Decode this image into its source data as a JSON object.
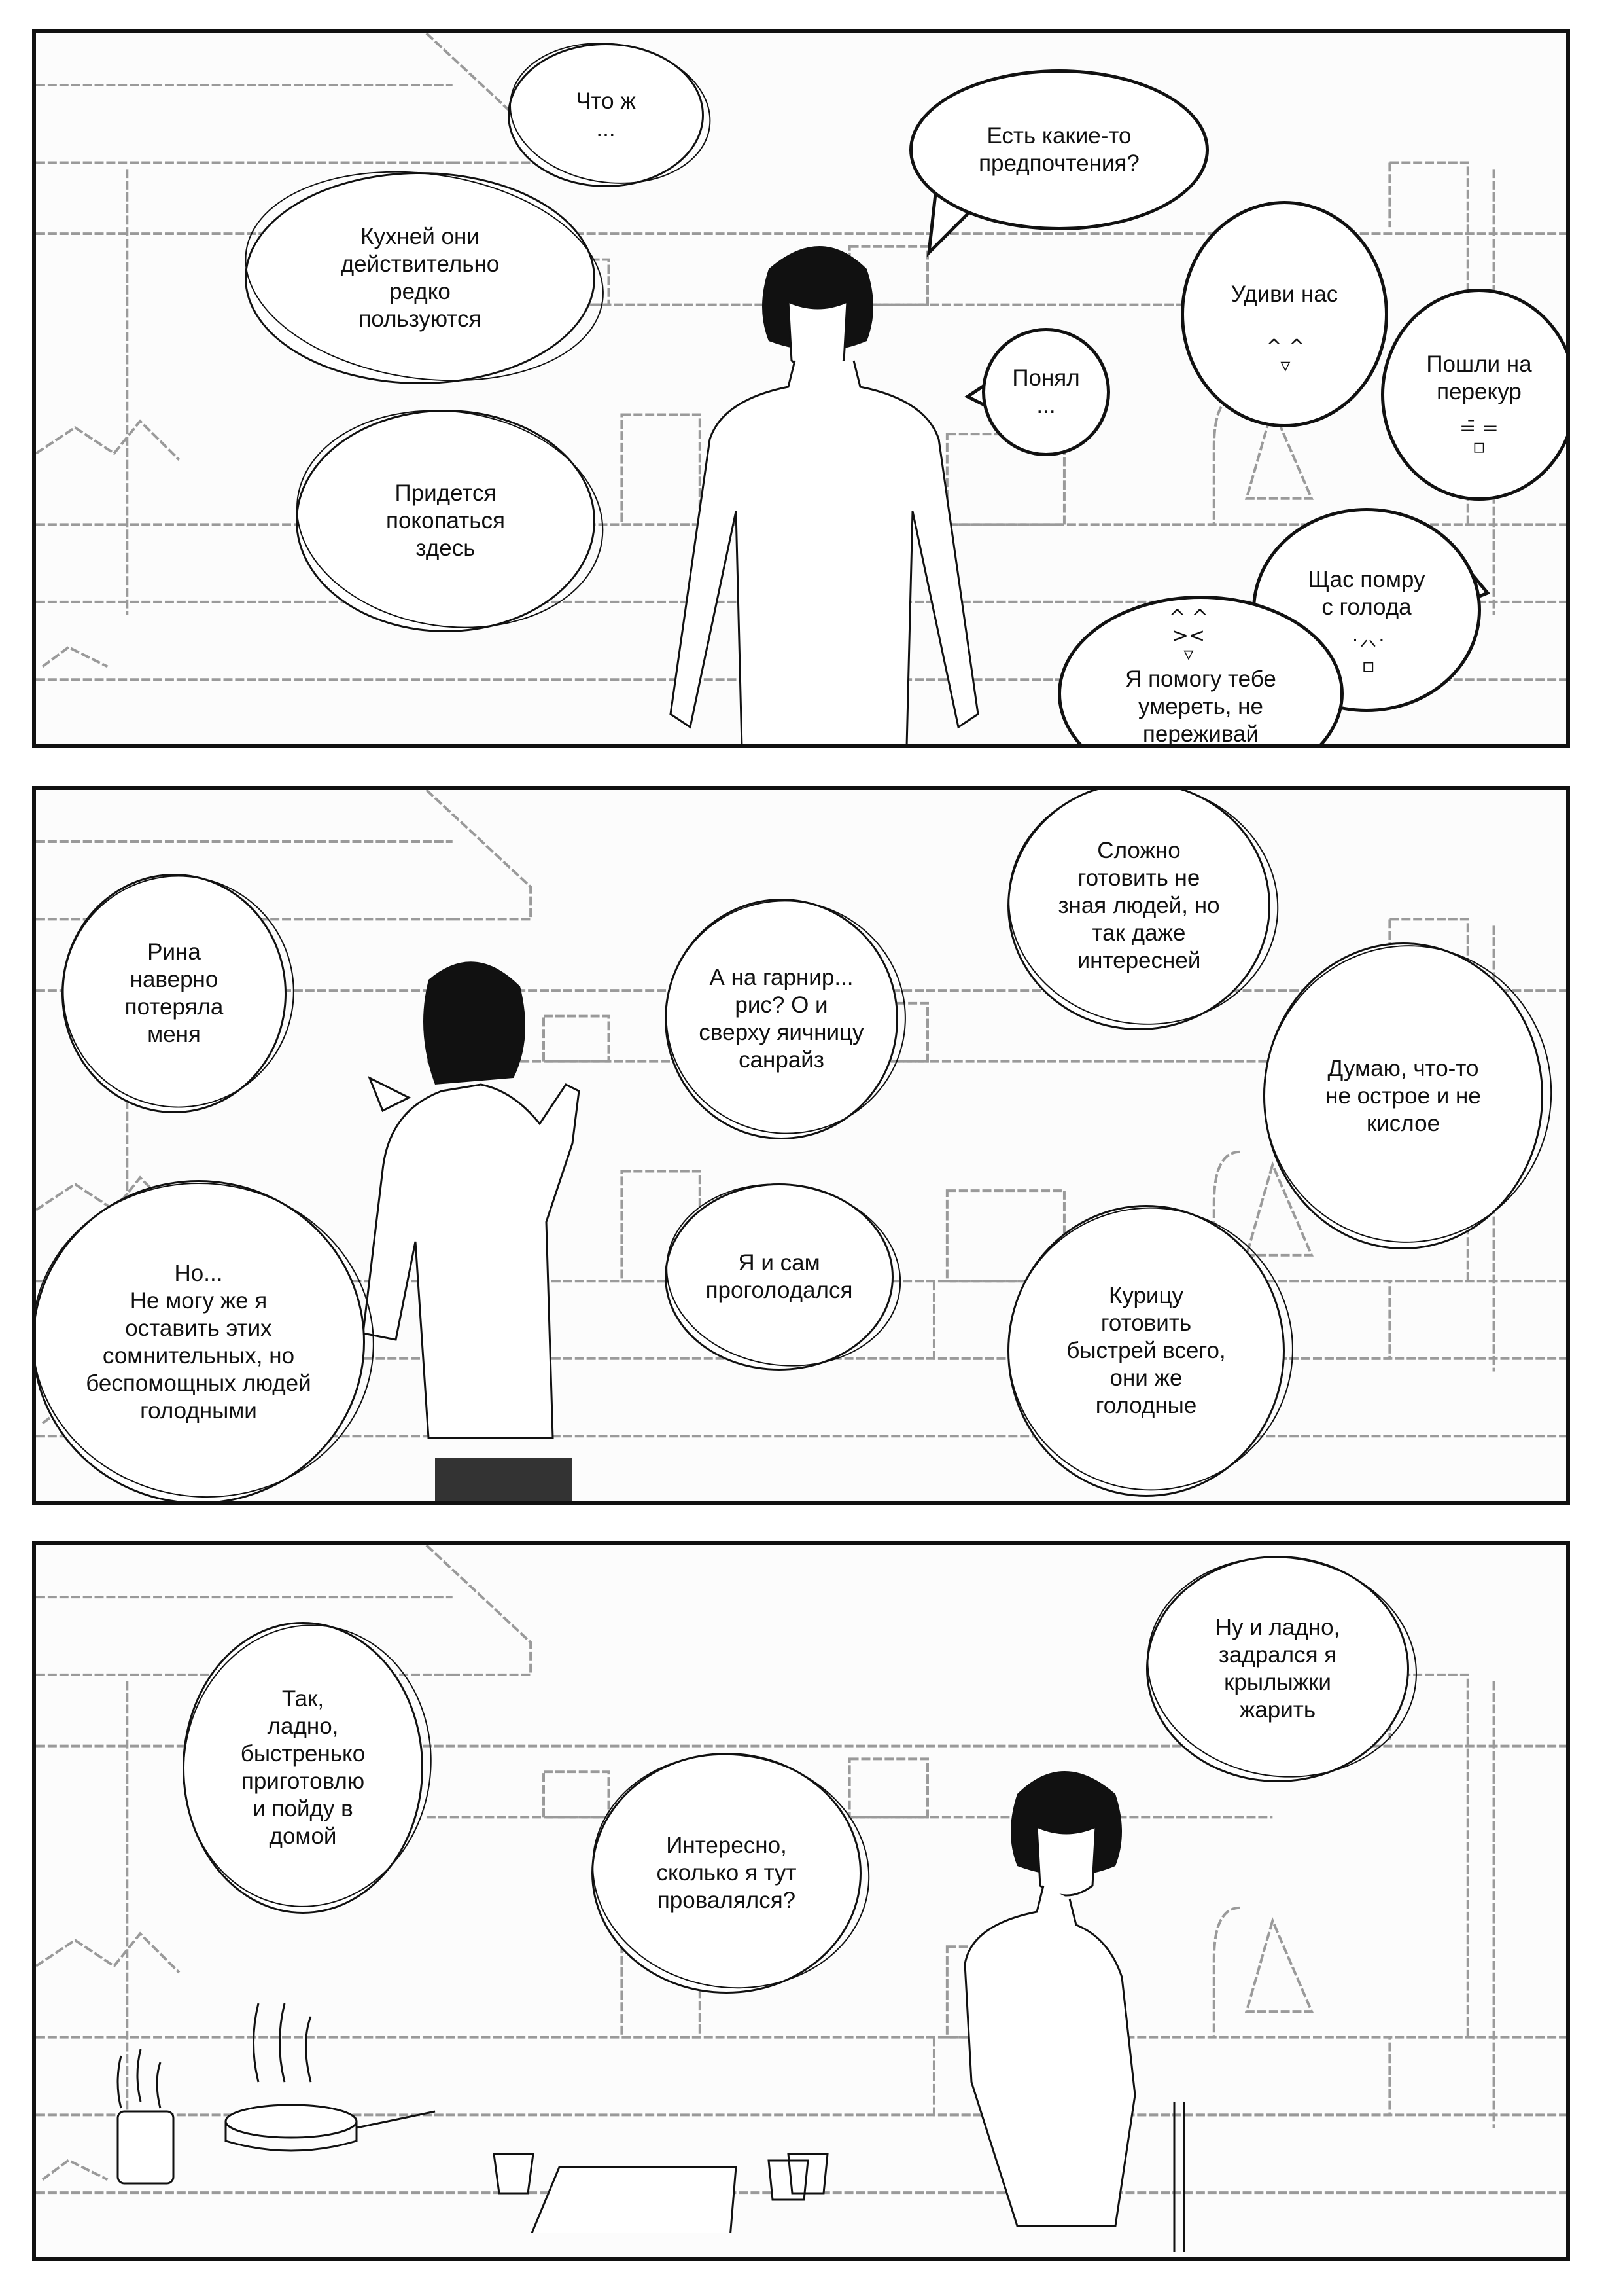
{
  "panels": [
    {
      "bubbles": [
        {
          "text": "Что ж\n..."
        },
        {
          "text": "Кухней они\nдействительно\nредко\nпользуются"
        },
        {
          "text": "Придется\nпокопаться\nздесь"
        },
        {
          "text": "Есть какие-то\nпредпочтения?"
        },
        {
          "text": "Понял\n..."
        },
        {
          "text": "Удиви нас"
        },
        {
          "text": "Пошли на\nперекур"
        },
        {
          "text": "Щас помру\nс голода"
        },
        {
          "text": "Я помогу тебе\nумереть, не\nпереживай"
        }
      ]
    },
    {
      "bubbles": [
        {
          "text": "Рина\nнаверно\nпотеряла\nменя"
        },
        {
          "text": "Но...\nНе могу же я\nоставить этих\nсомнительных, но\nбеспомощных людей\nголодными"
        },
        {
          "text": "А на гарнир...\nрис? О и\nсверху яичницу\nсанрайз"
        },
        {
          "text": "Я и сам\nпроголодался"
        },
        {
          "text": "Сложно\nготовить не\nзная людей, но\nтак даже\nинтересней"
        },
        {
          "text": "Думаю, что-то\nне острое и не\nкислое"
        },
        {
          "text": "Курицу\nготовить\nбыстрей всего,\nони же\nголодные"
        }
      ]
    },
    {
      "bubbles": [
        {
          "text": "Так,\nладно,\nбыстренько\nприготовлю\nи пойду в\nдомой"
        },
        {
          "text": "Интересно,\nсколько я тут\nпровалялся?"
        },
        {
          "text": "Ну и ладно,\nзадрался я\nкрылыжки\nжарить"
        }
      ]
    }
  ]
}
